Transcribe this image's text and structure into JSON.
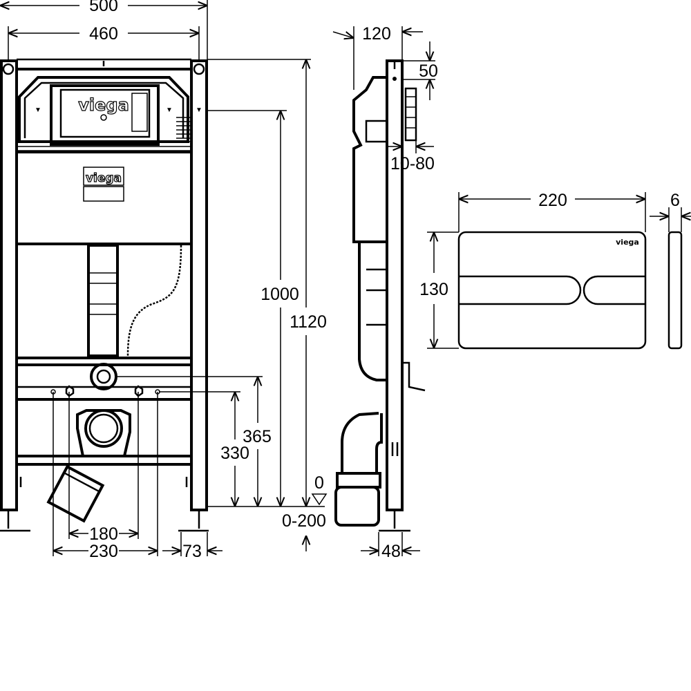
{
  "title": "Viega WC pre-wall element – dimension drawing",
  "brand": "viega",
  "front_view": {
    "dimensions": {
      "overall_width": "500",
      "frame_width": "460",
      "actuator_height": "1000",
      "total_height": "1120",
      "drain_height": "365",
      "fixing_height": "330",
      "fixing_spacing": "180",
      "outer_fixing_spacing": "230",
      "foot_offset": "73",
      "floor_level": "0",
      "foot_adjustment": "0-200"
    }
  },
  "side_view": {
    "dimensions": {
      "depth": "120",
      "top_offset": "50",
      "wall_distance": "10-80",
      "foot_depth": "48"
    }
  },
  "flush_plate": {
    "dimensions": {
      "width": "220",
      "height": "130",
      "thickness": "6"
    }
  }
}
